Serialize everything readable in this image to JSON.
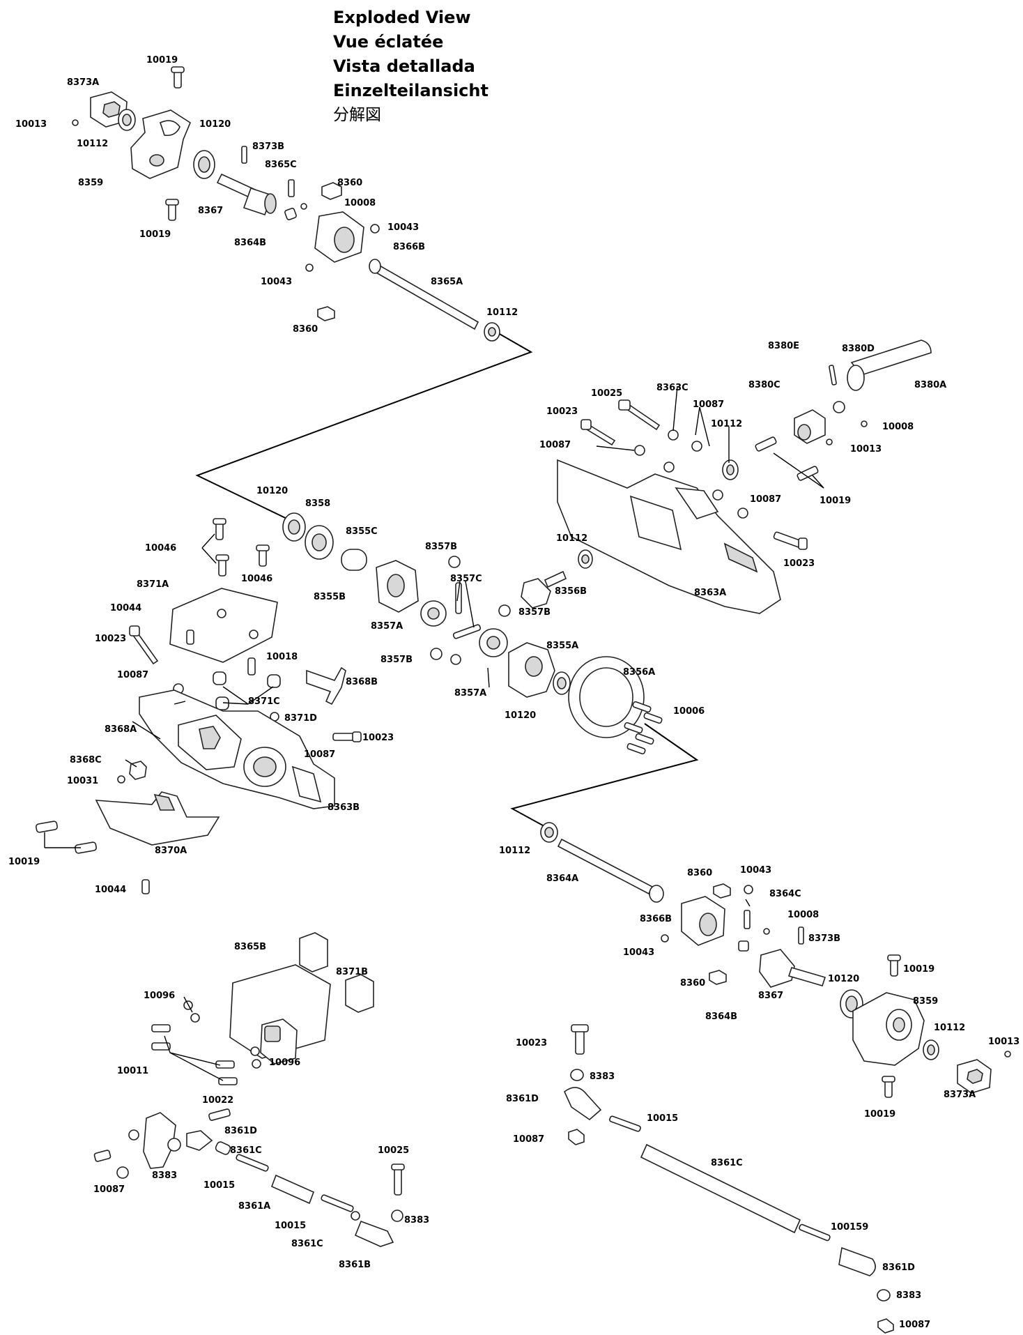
{
  "titles": [
    "Exploded View",
    "Vue éclatée",
    "Vista detallada",
    "Einzelteilansicht",
    "分解図"
  ],
  "labels": [
    {
      "id": "l1",
      "text": "10019"
    },
    {
      "id": "l2",
      "text": "8373A"
    },
    {
      "id": "l3",
      "text": "10013"
    },
    {
      "id": "l4",
      "text": "10112"
    },
    {
      "id": "l5",
      "text": "10120"
    },
    {
      "id": "l6",
      "text": "8373B"
    },
    {
      "id": "l7",
      "text": "8365C"
    },
    {
      "id": "l8",
      "text": "8360"
    },
    {
      "id": "l9",
      "text": "8359"
    },
    {
      "id": "l10",
      "text": "8367"
    },
    {
      "id": "l11",
      "text": "10008"
    },
    {
      "id": "l12",
      "text": "10019"
    },
    {
      "id": "l13",
      "text": "10043"
    },
    {
      "id": "l14",
      "text": "8364B"
    },
    {
      "id": "l15",
      "text": "8366B"
    },
    {
      "id": "l16",
      "text": "10043"
    },
    {
      "id": "l17",
      "text": "8365A"
    },
    {
      "id": "l18",
      "text": "10112"
    },
    {
      "id": "l19",
      "text": "8360"
    },
    {
      "id": "l20",
      "text": "8380E"
    },
    {
      "id": "l21",
      "text": "8380D"
    },
    {
      "id": "l22",
      "text": "8380C"
    },
    {
      "id": "l23",
      "text": "8380A"
    },
    {
      "id": "l24",
      "text": "10025"
    },
    {
      "id": "l25",
      "text": "8363C"
    },
    {
      "id": "l26",
      "text": "10087"
    },
    {
      "id": "l27",
      "text": "10023"
    },
    {
      "id": "l28",
      "text": "10112"
    },
    {
      "id": "l29",
      "text": "10008"
    },
    {
      "id": "l30",
      "text": "10087"
    },
    {
      "id": "l31",
      "text": "10013"
    },
    {
      "id": "l32",
      "text": "10087"
    },
    {
      "id": "l33",
      "text": "10019"
    },
    {
      "id": "l34",
      "text": "10023"
    },
    {
      "id": "l35",
      "text": "8363A"
    },
    {
      "id": "l36",
      "text": "10120"
    },
    {
      "id": "l37",
      "text": "8358"
    },
    {
      "id": "l38",
      "text": "8355C"
    },
    {
      "id": "l39",
      "text": "8357B"
    },
    {
      "id": "l40",
      "text": "10112"
    },
    {
      "id": "l41",
      "text": "10046"
    },
    {
      "id": "l42",
      "text": "10046"
    },
    {
      "id": "l43",
      "text": "8357C"
    },
    {
      "id": "l44",
      "text": "8371A"
    },
    {
      "id": "l45",
      "text": "8355B"
    },
    {
      "id": "l46",
      "text": "8356B"
    },
    {
      "id": "l47",
      "text": "10044"
    },
    {
      "id": "l48",
      "text": "8357A"
    },
    {
      "id": "l49",
      "text": "8357B"
    },
    {
      "id": "l50",
      "text": "10023"
    },
    {
      "id": "l51",
      "text": "10018"
    },
    {
      "id": "l52",
      "text": "8357B"
    },
    {
      "id": "l53",
      "text": "8355A"
    },
    {
      "id": "l54",
      "text": "10087"
    },
    {
      "id": "l55",
      "text": "8368B"
    },
    {
      "id": "l56",
      "text": "8356A"
    },
    {
      "id": "l57",
      "text": "8371C"
    },
    {
      "id": "l58",
      "text": "8357A"
    },
    {
      "id": "l59",
      "text": "10006"
    },
    {
      "id": "l60",
      "text": "8371D"
    },
    {
      "id": "l61",
      "text": "10120"
    },
    {
      "id": "l62",
      "text": "8368A"
    },
    {
      "id": "l63",
      "text": "10023"
    },
    {
      "id": "l64",
      "text": "10087"
    },
    {
      "id": "l65",
      "text": "8368C"
    },
    {
      "id": "l66",
      "text": "10031"
    },
    {
      "id": "l67",
      "text": "8363B"
    },
    {
      "id": "l68",
      "text": "8370A"
    },
    {
      "id": "l69",
      "text": "10019"
    },
    {
      "id": "l70",
      "text": "10112"
    },
    {
      "id": "l71",
      "text": "10044"
    },
    {
      "id": "l72",
      "text": "8364A"
    },
    {
      "id": "l73",
      "text": "8360"
    },
    {
      "id": "l74",
      "text": "10043"
    },
    {
      "id": "l75",
      "text": "8364C"
    },
    {
      "id": "l76",
      "text": "10008"
    },
    {
      "id": "l77",
      "text": "8366B"
    },
    {
      "id": "l78",
      "text": "8373B"
    },
    {
      "id": "l79",
      "text": "10043"
    },
    {
      "id": "l80",
      "text": "10019"
    },
    {
      "id": "l81",
      "text": "10120"
    },
    {
      "id": "l82",
      "text": "8360"
    },
    {
      "id": "l83",
      "text": "8367"
    },
    {
      "id": "l84",
      "text": "8359"
    },
    {
      "id": "l85",
      "text": "8364B"
    },
    {
      "id": "l86",
      "text": "10112"
    },
    {
      "id": "l87",
      "text": "10013"
    },
    {
      "id": "l88",
      "text": "10019"
    },
    {
      "id": "l89",
      "text": "8373A"
    },
    {
      "id": "l90",
      "text": "8365B"
    },
    {
      "id": "l91",
      "text": "8371B"
    },
    {
      "id": "l92",
      "text": "10096"
    },
    {
      "id": "l93",
      "text": "10096"
    },
    {
      "id": "l94",
      "text": "10011"
    },
    {
      "id": "l95",
      "text": "10022"
    },
    {
      "id": "l96",
      "text": "10023"
    },
    {
      "id": "l97",
      "text": "8383"
    },
    {
      "id": "l98",
      "text": "8361D"
    },
    {
      "id": "l99",
      "text": "10015"
    },
    {
      "id": "l100",
      "text": "10087"
    },
    {
      "id": "l101",
      "text": "8361D"
    },
    {
      "id": "l102",
      "text": "8361C"
    },
    {
      "id": "l103",
      "text": "10025"
    },
    {
      "id": "l104",
      "text": "8383"
    },
    {
      "id": "l105",
      "text": "10087"
    },
    {
      "id": "l106",
      "text": "10015"
    },
    {
      "id": "l107",
      "text": "8361C"
    },
    {
      "id": "l108",
      "text": "8361A"
    },
    {
      "id": "l109",
      "text": "8383"
    },
    {
      "id": "l110",
      "text": "10015"
    },
    {
      "id": "l111",
      "text": "100159"
    },
    {
      "id": "l112",
      "text": "8361C"
    },
    {
      "id": "l113",
      "text": "8361B"
    },
    {
      "id": "l114",
      "text": "8361D"
    },
    {
      "id": "l115",
      "text": "8383"
    },
    {
      "id": "l116",
      "text": "10087"
    }
  ]
}
